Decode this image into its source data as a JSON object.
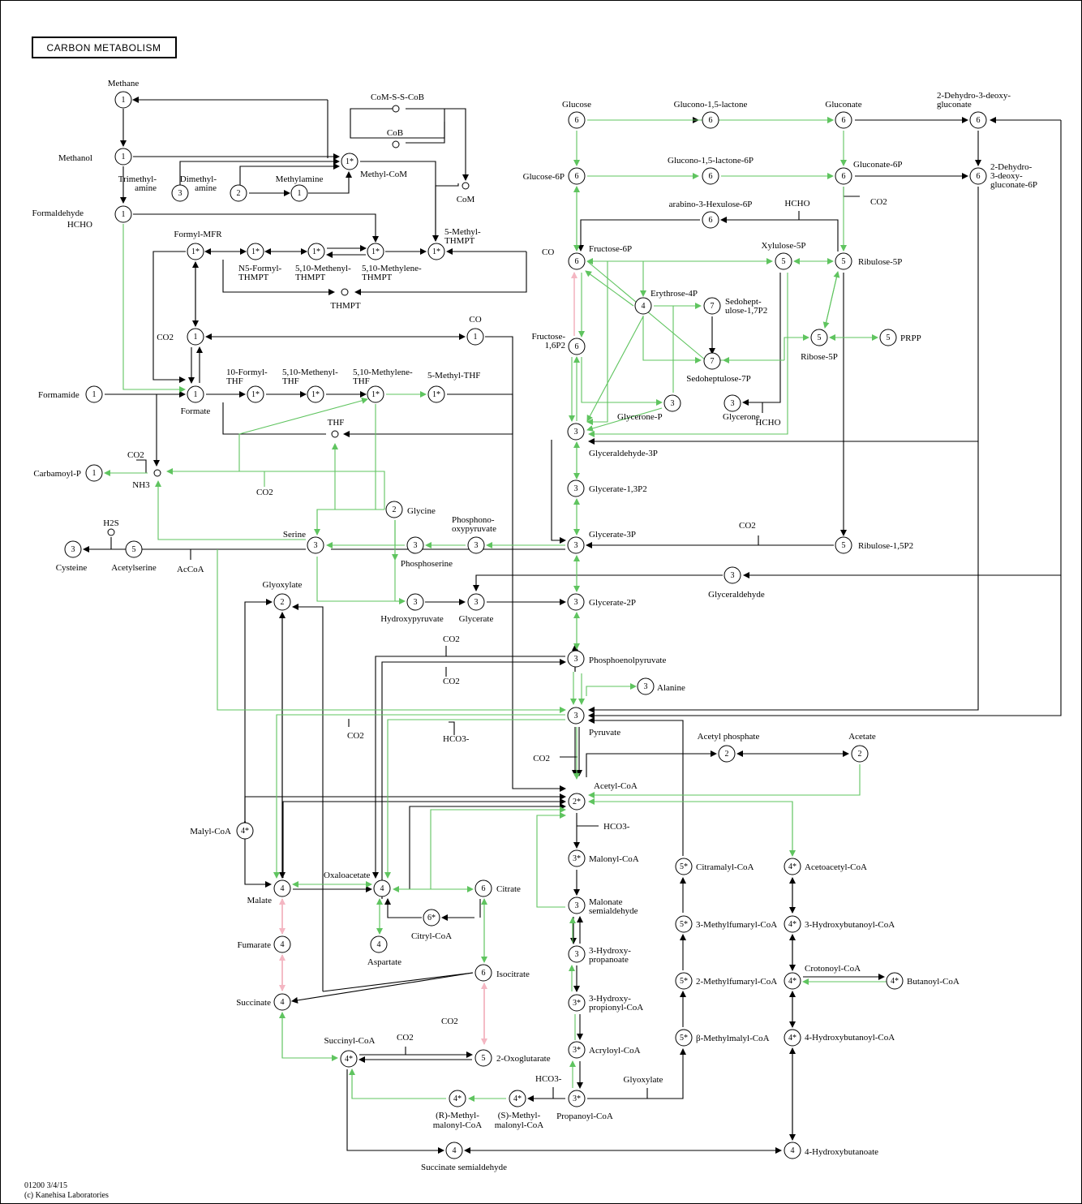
{
  "title": "CARBON METABOLISM",
  "footer": {
    "id_date": "01200 3/4/15",
    "copyright": "(c) Kanehisa Laboratories"
  },
  "colors": {
    "black": "#000000",
    "green": "#5fc45f",
    "pink": "#f4b6c2"
  },
  "nodes": [
    {
      "id": "n1",
      "t": "1"
    },
    {
      "id": "n2",
      "t": "1"
    },
    {
      "id": "n3",
      "t": "1*"
    },
    {
      "id": "n4",
      "t": "3"
    },
    {
      "id": "n5",
      "t": "2"
    },
    {
      "id": "n6",
      "t": "1"
    },
    {
      "id": "n7",
      "t": "1"
    },
    {
      "id": "n8",
      "t": "1*"
    },
    {
      "id": "n9",
      "t": "1*"
    },
    {
      "id": "n10",
      "t": "1*"
    },
    {
      "id": "n11",
      "t": "1*"
    },
    {
      "id": "n12",
      "t": "1*"
    },
    {
      "id": "n13",
      "t": "1"
    },
    {
      "id": "n14",
      "t": "1"
    },
    {
      "id": "n15",
      "t": "1"
    },
    {
      "id": "n16",
      "t": "1"
    },
    {
      "id": "n17",
      "t": "1*"
    },
    {
      "id": "n18",
      "t": "1*"
    },
    {
      "id": "n19",
      "t": "1*"
    },
    {
      "id": "n20",
      "t": "1*"
    },
    {
      "id": "n21",
      "t": "1"
    },
    {
      "id": "n22",
      "t": "3"
    },
    {
      "id": "n23",
      "t": "5"
    },
    {
      "id": "n24",
      "t": "3"
    },
    {
      "id": "n25",
      "t": "3"
    },
    {
      "id": "n26",
      "t": "3"
    },
    {
      "id": "n27",
      "t": "2"
    },
    {
      "id": "n28",
      "t": "2"
    },
    {
      "id": "n29",
      "t": "3"
    },
    {
      "id": "n30",
      "t": "3"
    },
    {
      "id": "n31",
      "t": "4*"
    },
    {
      "id": "n32",
      "t": "4"
    },
    {
      "id": "n33",
      "t": "4"
    },
    {
      "id": "n34",
      "t": "4"
    },
    {
      "id": "n35",
      "t": "4"
    },
    {
      "id": "n36",
      "t": "6*"
    },
    {
      "id": "n37",
      "t": "4"
    },
    {
      "id": "n38",
      "t": "6"
    },
    {
      "id": "n39",
      "t": "6"
    },
    {
      "id": "n40",
      "t": "4*"
    },
    {
      "id": "n41",
      "t": "5"
    },
    {
      "id": "n42",
      "t": "4*"
    },
    {
      "id": "n43",
      "t": "4*"
    },
    {
      "id": "n44",
      "t": "4"
    },
    {
      "id": "n45",
      "t": "6"
    },
    {
      "id": "n46",
      "t": "6"
    },
    {
      "id": "n47",
      "t": "6"
    },
    {
      "id": "n48",
      "t": "6"
    },
    {
      "id": "n49",
      "t": "6"
    },
    {
      "id": "n50",
      "t": "6"
    },
    {
      "id": "n51",
      "t": "6"
    },
    {
      "id": "n52",
      "t": "6"
    },
    {
      "id": "n53",
      "t": "6"
    },
    {
      "id": "n54",
      "t": "6"
    },
    {
      "id": "n55",
      "t": "5"
    },
    {
      "id": "n56",
      "t": "5"
    },
    {
      "id": "n57",
      "t": "4"
    },
    {
      "id": "n58",
      "t": "7"
    },
    {
      "id": "n59",
      "t": "7"
    },
    {
      "id": "n60",
      "t": "5"
    },
    {
      "id": "n61",
      "t": "5"
    },
    {
      "id": "n62",
      "t": "6"
    },
    {
      "id": "n63",
      "t": "3"
    },
    {
      "id": "n64",
      "t": "3"
    },
    {
      "id": "n65",
      "t": "3"
    },
    {
      "id": "n66",
      "t": "3"
    },
    {
      "id": "n67",
      "t": "3"
    },
    {
      "id": "n68",
      "t": "5"
    },
    {
      "id": "n69",
      "t": "3"
    },
    {
      "id": "n70",
      "t": "3"
    },
    {
      "id": "n71",
      "t": "3"
    },
    {
      "id": "n72",
      "t": "3"
    },
    {
      "id": "n73",
      "t": "3"
    },
    {
      "id": "n74",
      "t": "2"
    },
    {
      "id": "n75",
      "t": "2"
    },
    {
      "id": "n76",
      "t": "2*"
    },
    {
      "id": "n77",
      "t": "3*"
    },
    {
      "id": "n78",
      "t": "3"
    },
    {
      "id": "n79",
      "t": "3"
    },
    {
      "id": "n80",
      "t": "3*"
    },
    {
      "id": "n81",
      "t": "3*"
    },
    {
      "id": "n82",
      "t": "3*"
    },
    {
      "id": "n83",
      "t": "5*"
    },
    {
      "id": "n84",
      "t": "5*"
    },
    {
      "id": "n85",
      "t": "5*"
    },
    {
      "id": "n86",
      "t": "5*"
    },
    {
      "id": "n87",
      "t": "4*"
    },
    {
      "id": "n88",
      "t": "4*"
    },
    {
      "id": "n89",
      "t": "4*"
    },
    {
      "id": "n90",
      "t": "4*"
    },
    {
      "id": "n91",
      "t": "4*"
    },
    {
      "id": "n92",
      "t": "4"
    }
  ],
  "compounds": [
    {
      "id": "c1",
      "label": "CoM-S-S-CoB"
    },
    {
      "id": "c2",
      "label": "CoB"
    },
    {
      "id": "c3",
      "label": "CoM"
    },
    {
      "id": "c4",
      "label": "THMPT"
    },
    {
      "id": "c5",
      "label": "THF"
    },
    {
      "id": "c6",
      "label": "NH3"
    },
    {
      "id": "c7",
      "label": "H2S"
    }
  ],
  "labels": [
    "Methane",
    "Methanol",
    "Trimethyl-",
    "amine",
    "Dimethyl-",
    "amine",
    "Methylamine",
    "Methyl-CoM",
    "CoM-S-S-CoB",
    "CoB",
    "CoM",
    "Formaldehyde",
    "HCHO",
    "Formyl-MFR",
    "N5-Formyl-",
    "THMPT",
    "5,10-Methenyl-",
    "THMPT",
    "5,10-Methylene-",
    "THMPT",
    "5-Methyl-",
    "THMPT",
    "THMPT",
    "CO",
    "CO2",
    "CO",
    "Formamide",
    "Formate",
    "10-Formyl-",
    "THF",
    "5,10-Methenyl-",
    "THF",
    "5,10-Methylene-",
    "THF",
    "5-Methyl-THF",
    "THF",
    "CO2",
    "Carbamoyl-P",
    "NH3",
    "CO2",
    "H2S",
    "Cysteine",
    "Acetylserine",
    "AcCoA",
    "Serine",
    "Glycine",
    "Phosphono-",
    "oxypyruvate",
    "Phosphoserine",
    "Glyoxylate",
    "Hydroxypyruvate",
    "Glycerate",
    "CO2",
    "CO2",
    "CO2",
    "HCO3-",
    "Malyl-CoA",
    "Oxaloacetate",
    "Malate",
    "Citrate",
    "Aspartate",
    "Citryl-CoA",
    "Fumarate",
    "Isocitrate",
    "Succinate",
    "CO2",
    "Succinyl-CoA",
    "CO2",
    "2-Oxoglutarate",
    "HCO3-",
    "(R)-Methyl-",
    "malonyl-CoA",
    "(S)-Methyl-",
    "malonyl-CoA",
    "Propanoyl-CoA",
    "Succinate semialdehyde",
    "Glyoxylate",
    "Glucose",
    "Glucono-1,5-lactone",
    "Gluconate",
    "2-Dehydro-3-deoxy-",
    "gluconate",
    "Glucose-6P",
    "Glucono-1,5-lactone-6P",
    "Gluconate-6P",
    "2-Dehydro-",
    "3-deoxy-",
    "gluconate-6P",
    "CO2",
    "arabino-3-Hexulose-6P",
    "HCHO",
    "Fructose-6P",
    "Xylulose-5P",
    "Ribulose-5P",
    "Erythrose-4P",
    "Sedohept-",
    "ulose-1,7P2",
    "Fructose-",
    "1,6P2",
    "Sedoheptulose-7P",
    "Ribose-5P",
    "PRPP",
    "Glycerone-P",
    "Glycerone",
    "HCHO",
    "Glyceraldehyde-3P",
    "Glycerate-1,3P2",
    "Glycerate-3P",
    "CO2",
    "Ribulose-1,5P2",
    "Glyceraldehyde",
    "Glycerate-2P",
    "Phosphoenolpyruvate",
    "Alanine",
    "Pyruvate",
    "Acetyl phosphate",
    "Acetate",
    "CO2",
    "Acetyl-CoA",
    "HCO3-",
    "Malonyl-CoA",
    "Malonate",
    "semialdehyde",
    "3-Hydroxy-",
    "propanoate",
    "3-Hydroxy-",
    "propionyl-CoA",
    "Acryloyl-CoA",
    "Citramalyl-CoA",
    "3-Methylfumaryl-CoA",
    "2-Methylfumaryl-CoA",
    "β-Methylmalyl-CoA",
    "Acetoacetyl-CoA",
    "3-Hydroxybutanoyl-CoA",
    "Crotonoyl-CoA",
    "Butanoyl-CoA",
    "4-Hydroxybutanoyl-CoA",
    "4-Hydroxybutanoate"
  ]
}
